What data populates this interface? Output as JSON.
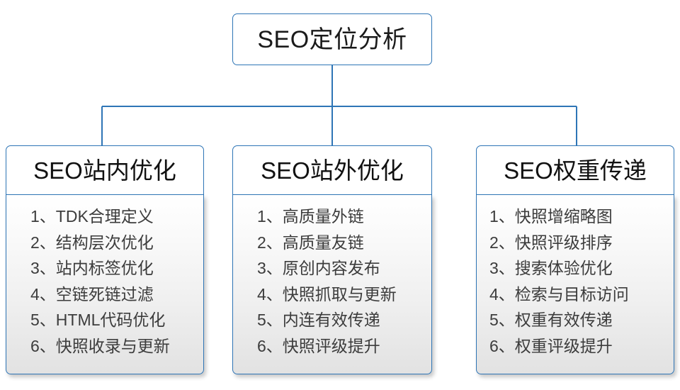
{
  "diagram": {
    "root": {
      "label": "SEO定位分析"
    },
    "branches": [
      {
        "header": "SEO站内优化",
        "items": [
          "1、TDK合理定义",
          "2、结构层次优化",
          "3、站内标签优化",
          "4、空链死链过滤",
          "5、HTML代码优化",
          "6、快照收录与更新"
        ]
      },
      {
        "header": "SEO站外优化",
        "items": [
          "1、高质量外链",
          "2、高质量友链",
          "3、原创内容发布",
          "4、快照抓取与更新",
          "5、内连有效传递",
          "6、快照评级提升"
        ]
      },
      {
        "header": "SEO权重传递",
        "items": [
          "1、快照增缩略图",
          "2、快照评级排序",
          "3、搜索体验优化",
          "4、检索与目标访问",
          "5、权重有效传递",
          "6、权重评级提升"
        ]
      }
    ],
    "colors": {
      "border": "#2e75b6",
      "connector": "#2e75b6",
      "root_background": "#ffffff",
      "header_background": "#ffffff",
      "list_background_top": "#ffffff",
      "list_background_bottom": "#e2e2e2",
      "text": "#1a1a1a",
      "item_text": "#3c3c3c"
    }
  }
}
